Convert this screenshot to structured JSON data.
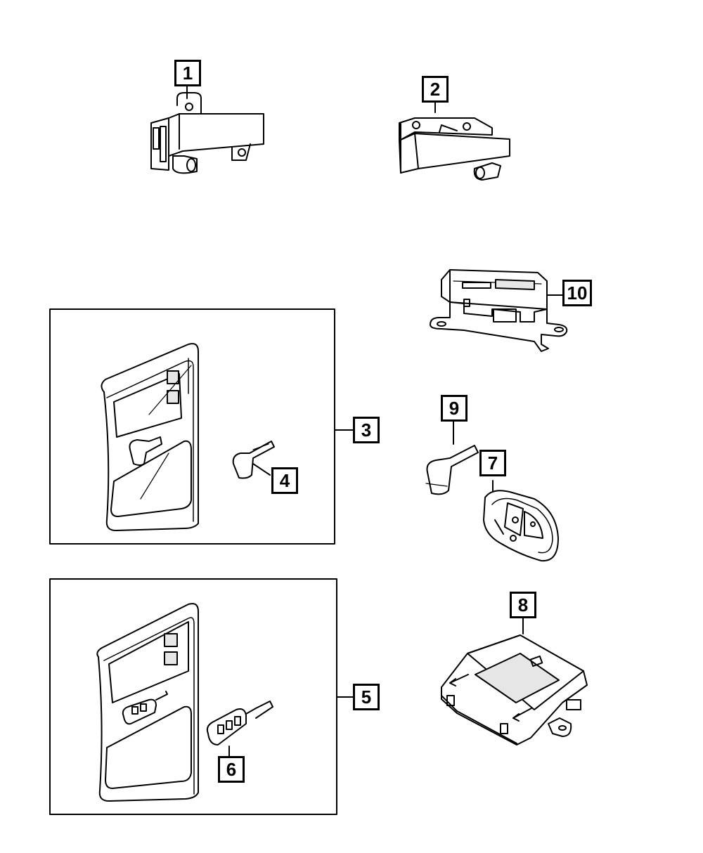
{
  "callouts": {
    "c1": "1",
    "c2": "2",
    "c3": "3",
    "c4": "4",
    "c5": "5",
    "c6": "6",
    "c7": "7",
    "c8": "8",
    "c9": "9",
    "c10": "10"
  },
  "parts": [
    {
      "key": "c1",
      "icon": "module-bracket-icon"
    },
    {
      "key": "c2",
      "icon": "module-bracket-icon"
    },
    {
      "key": "c3",
      "icon": "key-kit-card-icon"
    },
    {
      "key": "c4",
      "icon": "emergency-key-icon"
    },
    {
      "key": "c5",
      "icon": "key-kit-card-icon"
    },
    {
      "key": "c6",
      "icon": "flip-key-fob-icon"
    },
    {
      "key": "c7",
      "icon": "smart-key-fob-icon"
    },
    {
      "key": "c8",
      "icon": "control-module-icon"
    },
    {
      "key": "c9",
      "icon": "emergency-key-icon"
    },
    {
      "key": "c10",
      "icon": "receiver-module-icon"
    }
  ],
  "colors": {
    "line": "#000000",
    "background": "#ffffff",
    "shade": "#e6e6e6"
  }
}
